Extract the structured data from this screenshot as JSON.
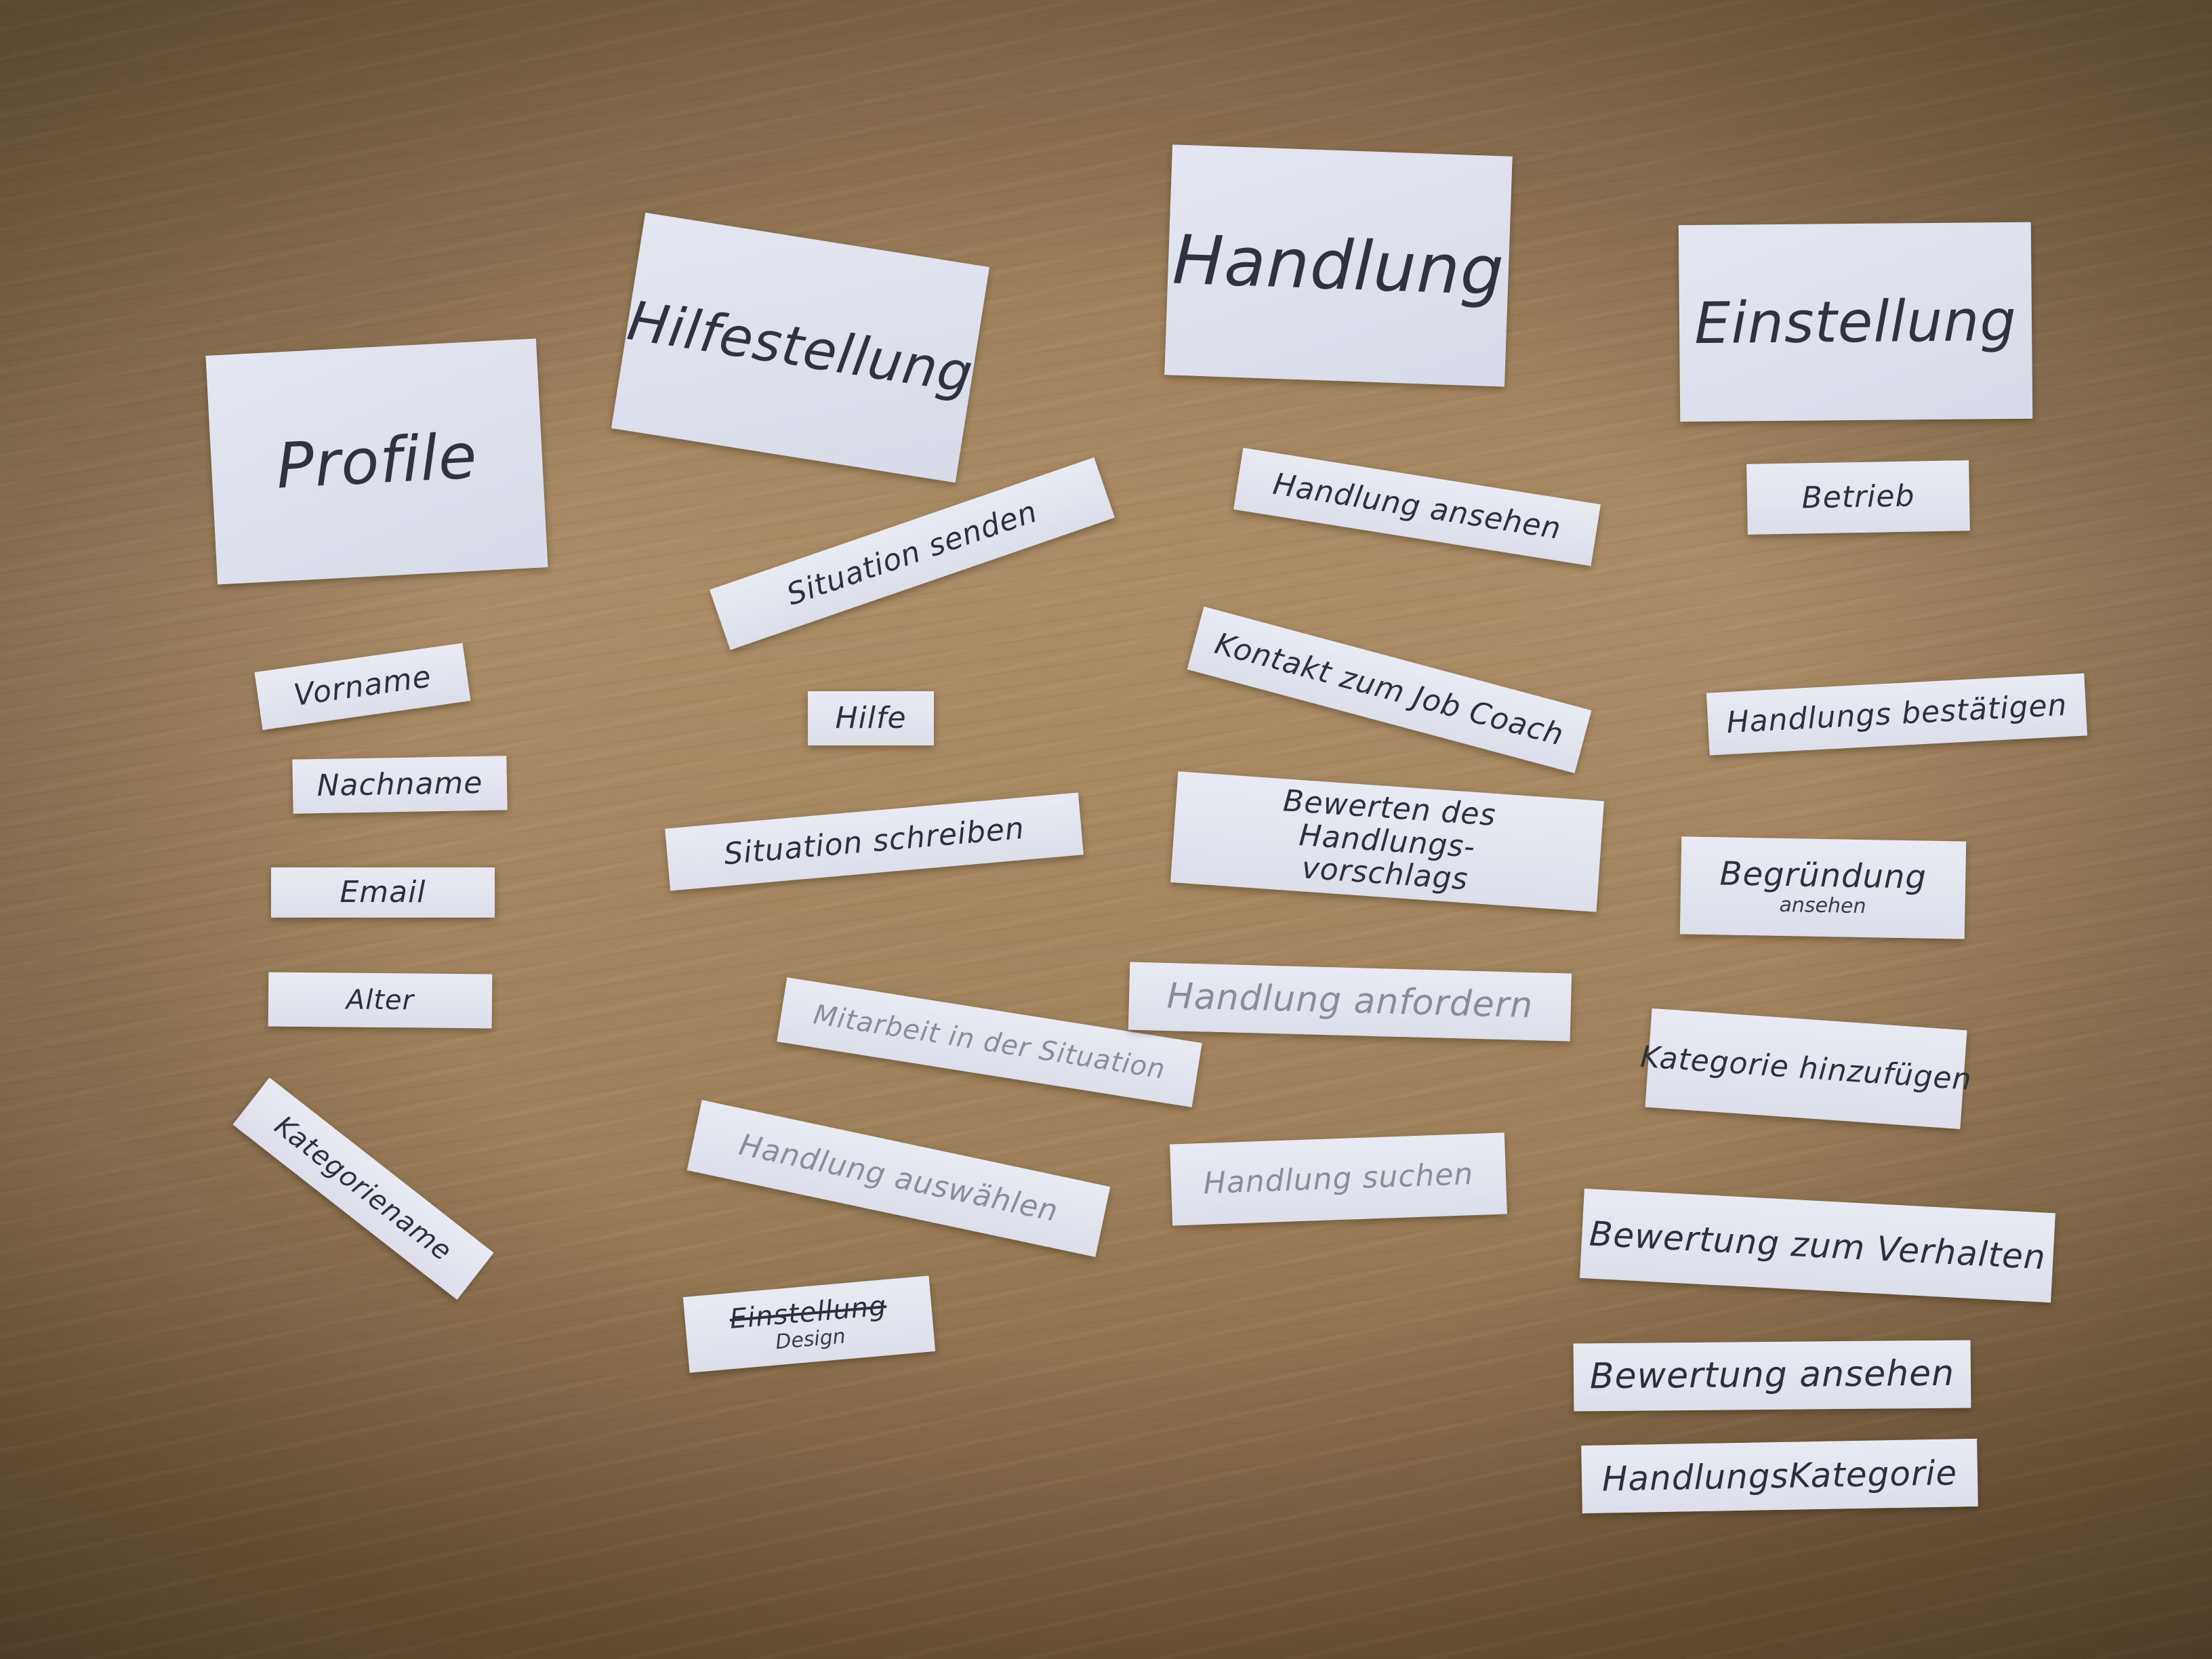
{
  "headers": {
    "profile": "Profile",
    "hilfestellung": "Hilfestellung",
    "handlung": "Handlung",
    "einstellung": "Einstellung"
  },
  "profile": {
    "vorname": "Vorname",
    "nachname": "Nachname",
    "email": "Email",
    "alter": "Alter",
    "kategoriename": "Kategoriename"
  },
  "hilfestellung": {
    "situation_senden": "Situation senden",
    "hilfe": "Hilfe",
    "situation_schreiben": "Situation schreiben",
    "mitarbeit": "Mitarbeit in der Situation",
    "handlung_auswaehlen": "Handlung auswählen",
    "einstellung_struck": "Einstellung",
    "design": "Design"
  },
  "handlung": {
    "handlung_ansehen": "Handlung ansehen",
    "kontakt_jobcoach": "Kontakt zum Job Coach",
    "bewerten_vorschlag": "Bewerten des Handlungs-vorschlags",
    "handlung_anfordern": "Handlung anfordern",
    "handlung_suchen": "Handlung suchen"
  },
  "einstellung": {
    "betrieb": "Betrieb",
    "handlung_bestaetigen": "Handlungs bestätigen",
    "begruendung": "Begründung",
    "begruendung_note": "ansehen",
    "kategorie_hinzufuegen": "Kategorie hinzufügen",
    "bewertung_verhalten": "Bewertung zum Verhalten",
    "bewertung_ansehen": "Bewertung ansehen",
    "handlungs_kategorie": "HandlungsKategorie"
  }
}
